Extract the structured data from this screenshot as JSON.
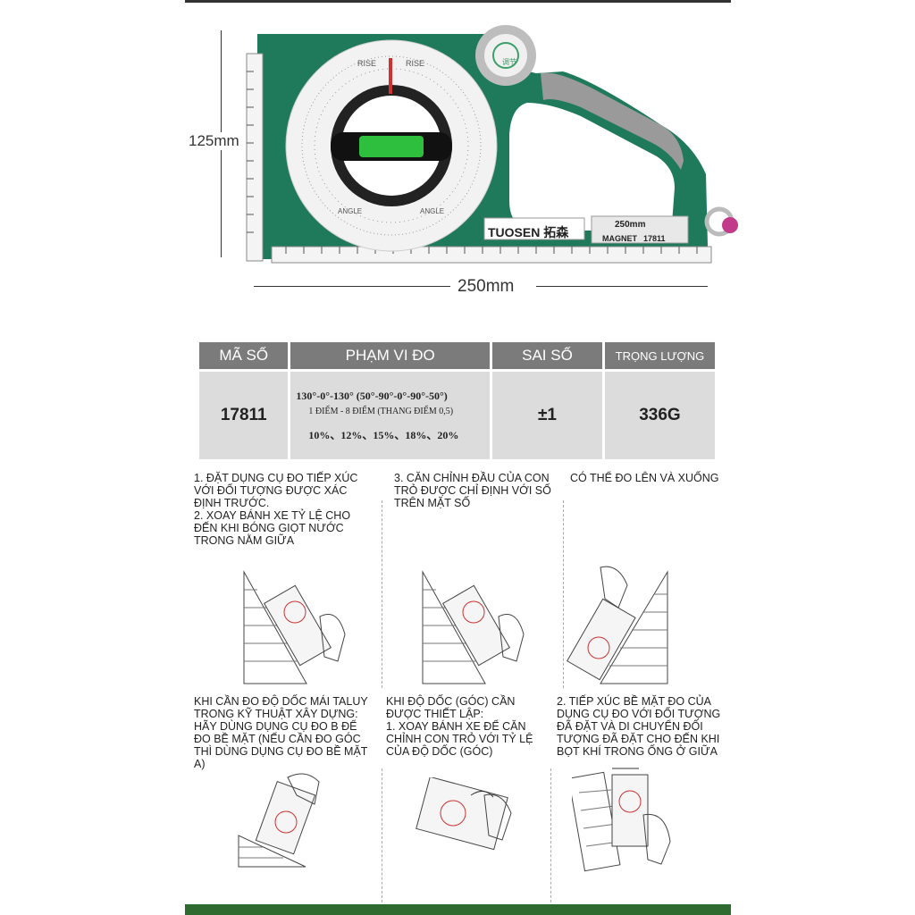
{
  "product": {
    "brand": "TUOSEN 拓森",
    "badge_magnet": "MAGNET",
    "badge_size": "250mm",
    "badge_model": "17811",
    "dial_word_rise": "RISE",
    "dial_word_angle": "ANGLE",
    "wheel_label": "调节"
  },
  "dimensions": {
    "height": "125mm",
    "width": "250mm"
  },
  "spec_table": {
    "headers": [
      "MÃ SỐ",
      "PHẠM VI ĐO",
      "SAI SỐ",
      "TRỌNG LƯỢNG"
    ],
    "model": "17811",
    "range_line1": "130°-0°-130° (50°-90°-0°-90°-50°)",
    "range_line2": "1 ĐIỂM - 8 ĐIỂM (THANG ĐIỂM 0,5)",
    "range_line3": "10%、12%、15%、18%、20%",
    "accuracy": "±1",
    "weight": "336G"
  },
  "instructions": {
    "step_a_1": "1. ĐẶT DỤNG CỤ ĐO TIẾP XÚC VỚI ĐỐI TƯỢNG ĐƯỢC XÁC ĐỊNH TRƯỚC.",
    "step_a_2": "2. XOAY BÁNH XE TỶ LỆ CHO ĐẾN KHI BÓNG GIỌT NƯỚC TRONG NẰM GIỮA",
    "step_b": "3. CĂN CHỈNH ĐẦU CỦA CON TRỎ ĐƯỢC CHỈ ĐỊNH VỚI SỐ TRÊN MẶT SỐ",
    "step_c": "CÓ THỂ ĐO LÊN VÀ XUỐNG",
    "step_d": "KHI CẦN ĐO ĐỘ DỐC MÁI TALUY TRONG KỸ THUẬT XÂY DỰNG: HÃY DÙNG DỤNG CỤ ĐO B ĐỂ ĐO BỀ MẶT (NẾU CẦN ĐO GÓC THÌ DÙNG DỤNG CỤ ĐO BỀ MẶT A)",
    "step_e_title": "KHI ĐỘ DỐC (GÓC) CẦN ĐƯỢC THIẾT LẬP:",
    "step_e_1": "1. XOAY BÁNH XE ĐỂ CĂN CHỈNH CON TRỎ VỚI TỶ LỆ CỦA ĐỘ DỐC (GÓC)",
    "step_f": "2. TIẾP XÚC BỀ MẶT ĐO CỦA DỤNG CỤ ĐO VỚI ĐỐI TƯỢNG ĐÃ ĐẶT VÀ DI CHUYỂN ĐỐI TƯỢNG ĐÃ ĐẶT CHO ĐẾN KHI BỌT KHÍ TRONG ỐNG Ở GIỮA"
  },
  "colors": {
    "body_green": "#1f7a5c",
    "handle_grey": "#8e8e8e",
    "table_header": "#7b7b7b",
    "table_cell": "#dcdcdc",
    "bottom_bar": "#2f6b2f"
  }
}
